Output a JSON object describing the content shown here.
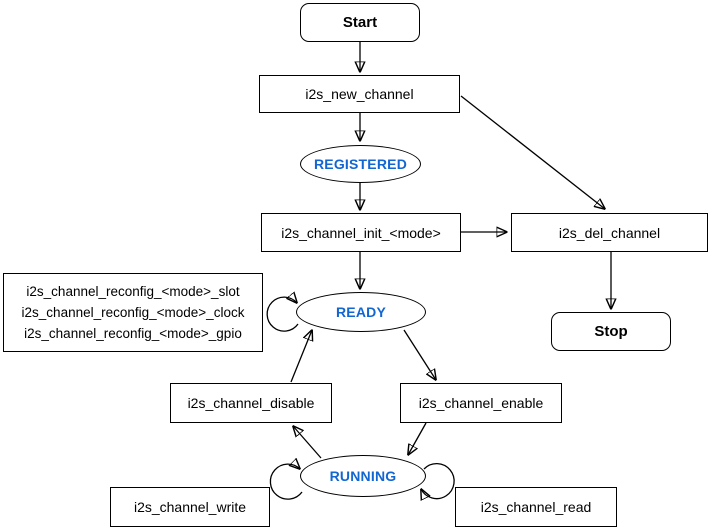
{
  "diagram": {
    "accent_blue": "#1266D2",
    "line_color": "#000000",
    "background": "#ffffff",
    "nodes": {
      "start": {
        "label": "Start"
      },
      "new_channel": {
        "label": "i2s_new_channel"
      },
      "registered": {
        "label": "REGISTERED"
      },
      "init": {
        "label": "i2s_channel_init_<mode>"
      },
      "del_channel": {
        "label": "i2s_del_channel"
      },
      "stop": {
        "label": "Stop"
      },
      "reconfig": {
        "lines": [
          "i2s_channel_reconfig_<mode>_slot",
          "i2s_channel_reconfig_<mode>_clock",
          "i2s_channel_reconfig_<mode>_gpio"
        ]
      },
      "ready": {
        "label": "READY"
      },
      "disable": {
        "label": "i2s_channel_disable"
      },
      "enable": {
        "label": "i2s_channel_enable"
      },
      "running": {
        "label": "RUNNING"
      },
      "write": {
        "label": "i2s_channel_write"
      },
      "read": {
        "label": "i2s_channel_read"
      }
    },
    "edges": [
      {
        "from": "Start",
        "to": "i2s_new_channel"
      },
      {
        "from": "i2s_new_channel",
        "to": "REGISTERED"
      },
      {
        "from": "i2s_new_channel",
        "to": "i2s_del_channel"
      },
      {
        "from": "REGISTERED",
        "to": "i2s_channel_init_<mode>"
      },
      {
        "from": "i2s_channel_init_<mode>",
        "to": "READY"
      },
      {
        "from": "i2s_channel_init_<mode>",
        "to": "i2s_del_channel"
      },
      {
        "from": "i2s_del_channel",
        "to": "Stop"
      },
      {
        "from": "READY",
        "to": "READY",
        "type": "self-loop"
      },
      {
        "from": "i2s_channel_disable",
        "to": "READY"
      },
      {
        "from": "READY",
        "to": "i2s_channel_enable"
      },
      {
        "from": "RUNNING",
        "to": "i2s_channel_disable"
      },
      {
        "from": "i2s_channel_enable",
        "to": "RUNNING"
      },
      {
        "from": "RUNNING",
        "to": "RUNNING",
        "type": "self-loop-left"
      },
      {
        "from": "RUNNING",
        "to": "RUNNING",
        "type": "self-loop-right"
      }
    ]
  }
}
